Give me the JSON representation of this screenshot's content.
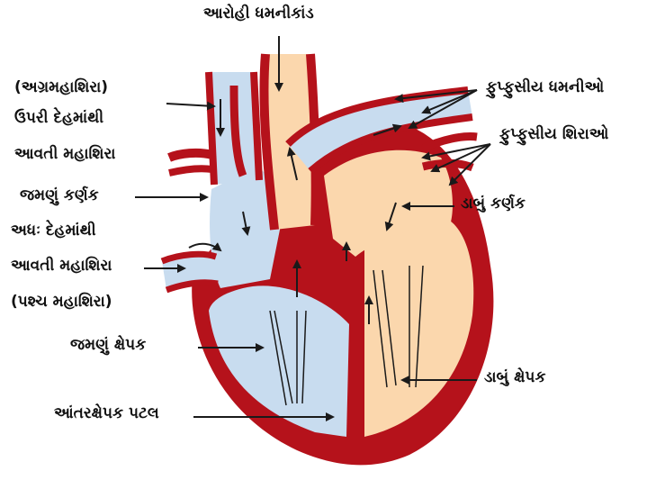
{
  "labels": {
    "ascending_aorta": "આરોહી ધમનીકાંડ",
    "superior_vena_cava": [
      "(અગ્રમહાશિરા)",
      "ઉપરી દેહમાંથી",
      "આવતી મહાશિરા"
    ],
    "right_atrium": "જમણું કર્ણક",
    "inferior_vena_cava": [
      "અધઃ દેહમાંથી",
      "આવતી મહાશિરા",
      "(પશ્ચ મહાશિરા)"
    ],
    "right_ventricle": "જમણું ક્ષેપક",
    "septum": "આંતરક્ષેપક પટલ",
    "pulmonary_arteries": "ફુપ્ફુસીય ધમનીઓ",
    "pulmonary_veins": "ફુપ્ફુસીય શિરાઓ",
    "left_atrium": "ડાબું કર્ણક",
    "left_ventricle": "ડાબું ક્ષેપક"
  },
  "colors": {
    "muscle": "#b5121b",
    "deoxygenated": "#c8dcef",
    "oxygenated": "#fbd7ad",
    "arrow": "#1a1a1a"
  }
}
